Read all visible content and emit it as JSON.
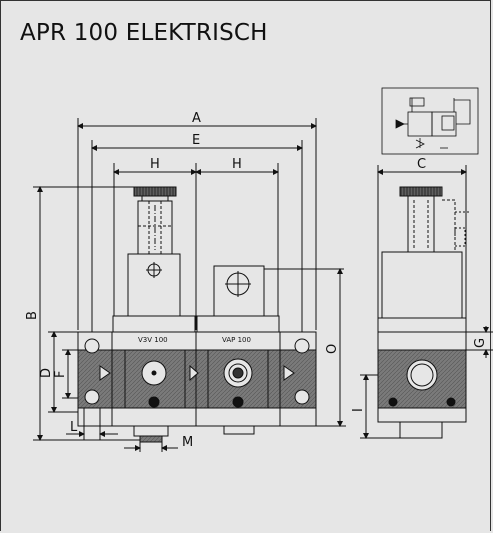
{
  "title": "APR 100 ELEKTRISCH",
  "dimensions": {
    "A": "A",
    "E": "E",
    "H1": "H",
    "H2": "H",
    "B": "B",
    "D": "D",
    "F": "F",
    "L": "L",
    "M": "M",
    "O": "O",
    "C": "C",
    "G": "G",
    "I": "I"
  },
  "module_labels": {
    "left": "V3V 100",
    "right": "VAP 100"
  }
}
